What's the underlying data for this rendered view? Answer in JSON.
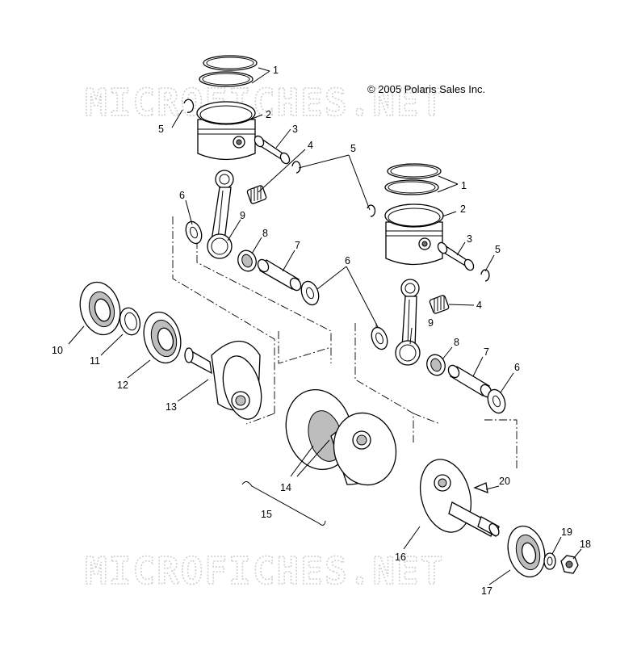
{
  "watermark": "MICROFICHES.NET",
  "copyright": "© 2005 Polaris Sales Inc.",
  "callouts": [
    "1",
    "2",
    "3",
    "4",
    "5",
    "6",
    "7",
    "8",
    "9",
    "10",
    "11",
    "12",
    "13",
    "14",
    "15",
    "16",
    "17",
    "18",
    "19",
    "20"
  ]
}
